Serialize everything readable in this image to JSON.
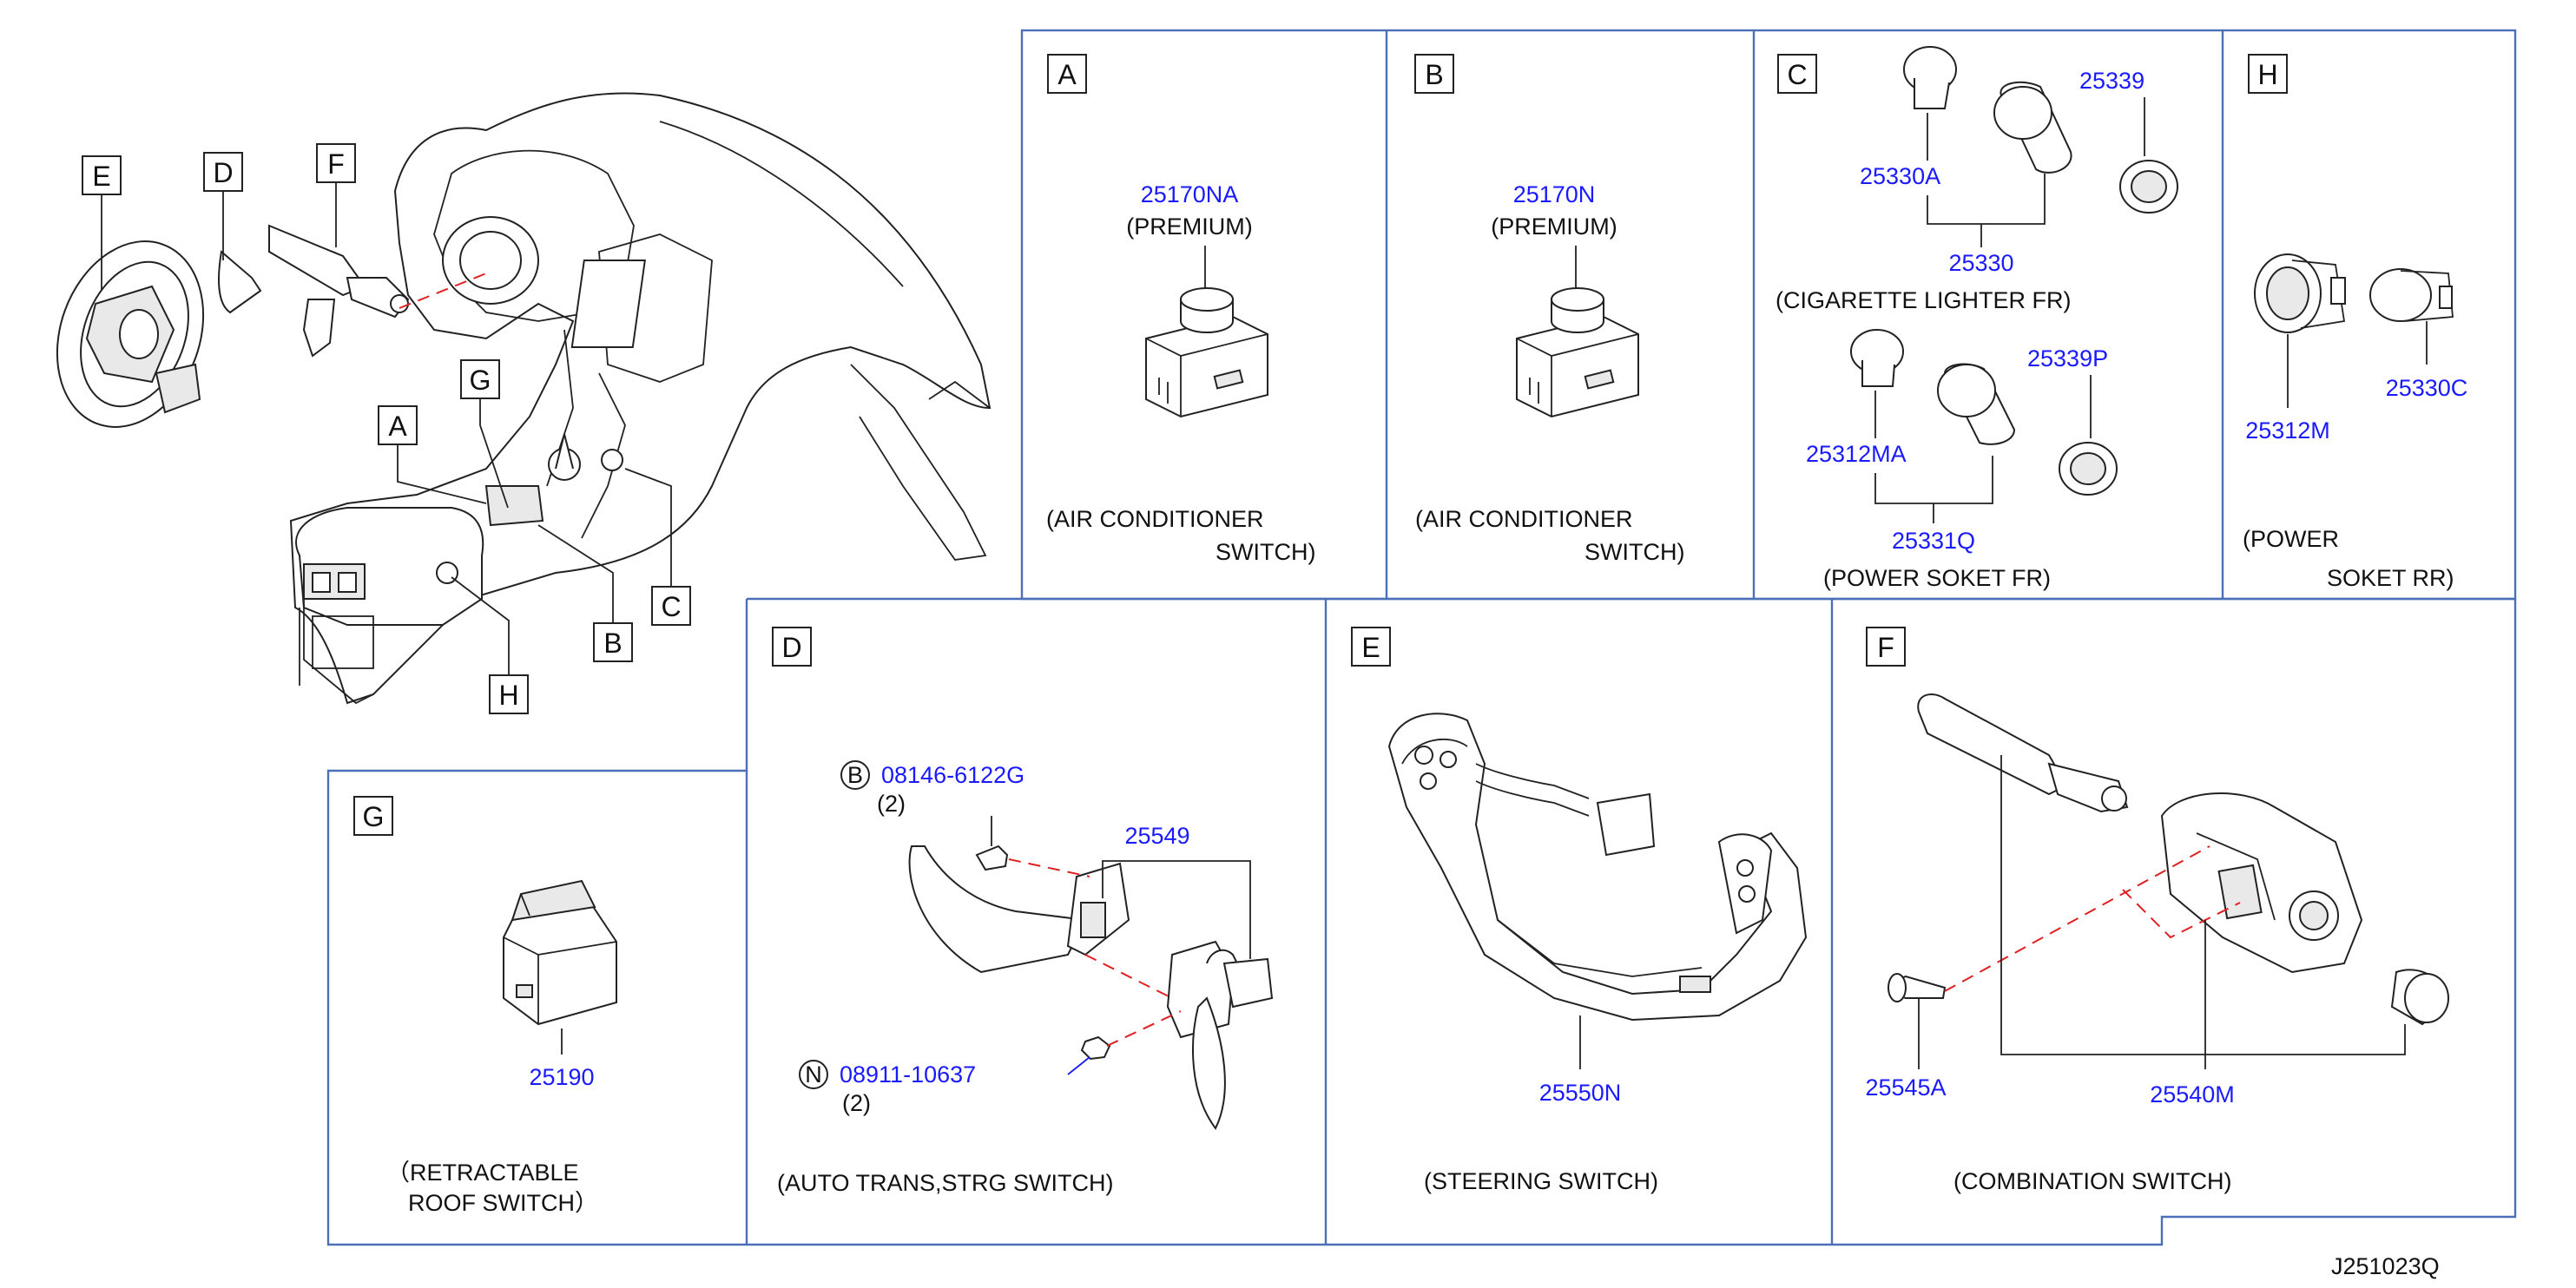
{
  "figure_code": "J251023Q",
  "overview": {
    "callouts": [
      "E",
      "D",
      "F",
      "G",
      "A",
      "C",
      "B",
      "H"
    ]
  },
  "panels": {
    "A": {
      "letter": "A",
      "part": "25170NA",
      "note": "(PREMIUM)",
      "caption1": "(AIR   CONDITIONER",
      "caption2": "SWITCH)"
    },
    "B": {
      "letter": "B",
      "part": "25170N",
      "note": "(PREMIUM)",
      "caption1": "(AIR   CONDITIONER",
      "caption2": "SWITCH)"
    },
    "C": {
      "letter": "C",
      "parts": {
        "p1": "25330A",
        "p2": "25339",
        "p3": "25330",
        "p4": "25312MA",
        "p5": "25339P",
        "p6": "25331Q"
      },
      "caption_top": "(CIGARETTE   LIGHTER   FR)",
      "caption_bottom": "(POWER   SOKET   FR)"
    },
    "H": {
      "letter": "H",
      "parts": {
        "p1": "25312M",
        "p2": "25330C"
      },
      "caption1": "(POWER",
      "caption2": "SOKET   RR)"
    },
    "G": {
      "letter": "G",
      "part": "25190",
      "caption1": "（RETRACTABLE",
      "caption2": "ROOF   SWITCH）"
    },
    "D": {
      "letter": "D",
      "bolt_mark": "B",
      "bolt_part": "08146-6122G",
      "bolt_qty": "(2)",
      "assy_part": "25549",
      "nut_mark": "N",
      "nut_part": "08911-10637",
      "nut_qty": "(2)",
      "caption": "(AUTO   TRANS,STRG   SWITCH)"
    },
    "E": {
      "letter": "E",
      "part": "25550N",
      "caption": "(STEERING   SWITCH)"
    },
    "F": {
      "letter": "F",
      "part1": "25545A",
      "part2": "25540M",
      "caption": "(COMBINATION   SWITCH)"
    }
  },
  "colors": {
    "part_number": "#1a1aff",
    "frame": "#4d6fb8",
    "dash_line": "#e02020",
    "line": "#222222"
  }
}
